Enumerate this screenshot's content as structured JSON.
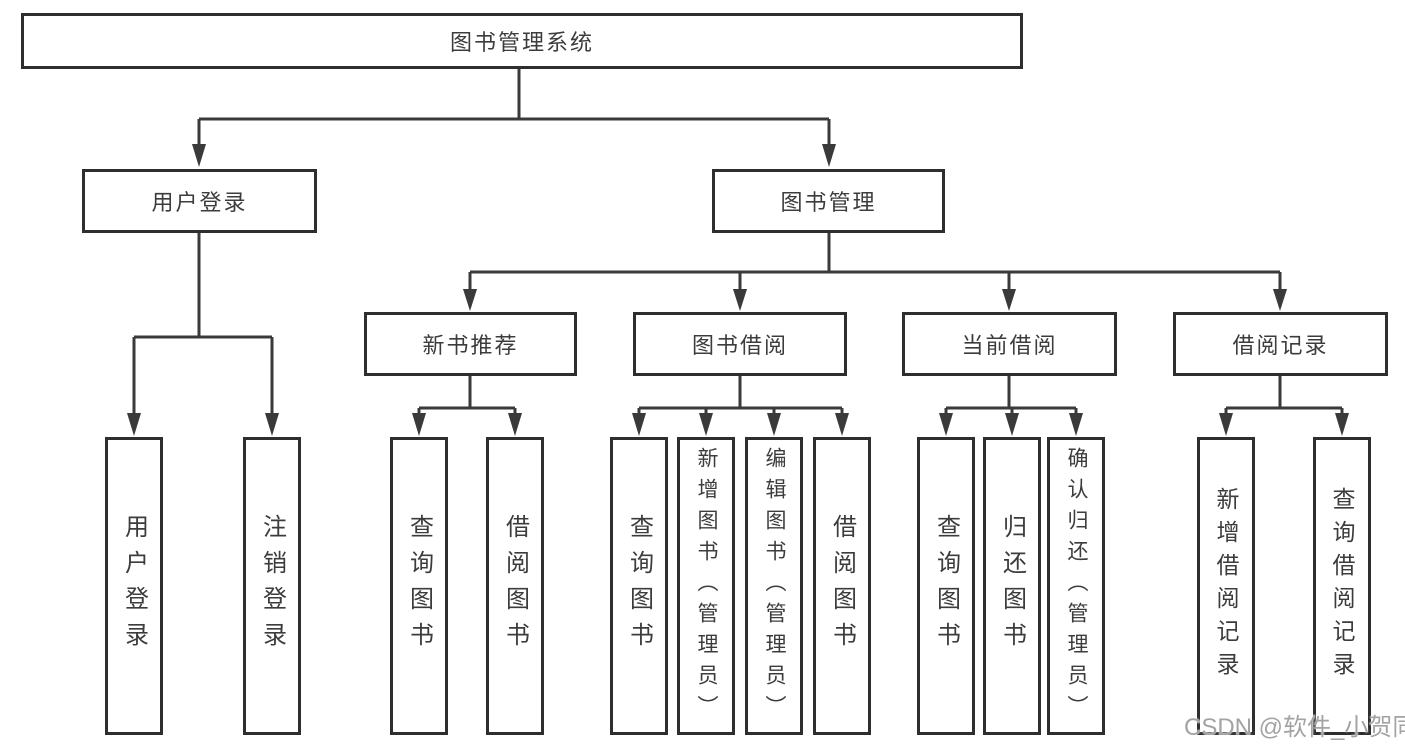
{
  "root": {
    "label": "图书管理系统"
  },
  "level2": {
    "user_login": {
      "label": "用户登录"
    },
    "book_mgmt": {
      "label": "图书管理"
    }
  },
  "level3": {
    "new_books": {
      "label": "新书推荐"
    },
    "borrowing": {
      "label": "图书借阅"
    },
    "current": {
      "label": "当前借阅"
    },
    "records": {
      "label": "借阅记录"
    }
  },
  "leaves": {
    "user_login": {
      "label": "用户登录"
    },
    "logout": {
      "label": "注销登录"
    },
    "nb_query": {
      "label": "查询图书"
    },
    "nb_borrow": {
      "label": "借阅图书"
    },
    "bw_query": {
      "label": "查询图书"
    },
    "bw_add": {
      "label": "新增图书（管理员）"
    },
    "bw_edit": {
      "label": "编辑图书（管理员）"
    },
    "bw_borrow": {
      "label": "借阅图书"
    },
    "cur_query": {
      "label": "查询图书"
    },
    "cur_return": {
      "label": "归还图书"
    },
    "cur_confirm": {
      "label": "确认归还（管理员）"
    },
    "rec_add": {
      "label": "新增借阅记录"
    },
    "rec_query": {
      "label": "查询借阅记录"
    }
  },
  "watermark": {
    "text": "CSDN @软件_小贺同学"
  },
  "colors": {
    "line": "#3a3a3a",
    "box_border": "#2e2e2e",
    "text": "#3c3c3c",
    "background": "#ffffff",
    "watermark": "#a3a3a3"
  }
}
